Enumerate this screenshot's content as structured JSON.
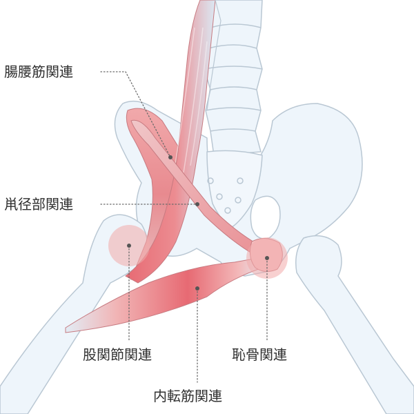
{
  "labels": {
    "iliopsoas": "腸腰筋関連",
    "inguinal": "鼡径部関連",
    "hip_joint": "股関節関連",
    "pubic": "恥骨関連",
    "adductor": "内転筋関連"
  },
  "colors": {
    "bone_fill": "#eef5fb",
    "bone_stroke": "#b9c7d3",
    "muscle_red": "#e56c74",
    "muscle_light": "#f6c3c4",
    "leader": "#6a6a6a",
    "highlight": "#f2a9aa"
  }
}
